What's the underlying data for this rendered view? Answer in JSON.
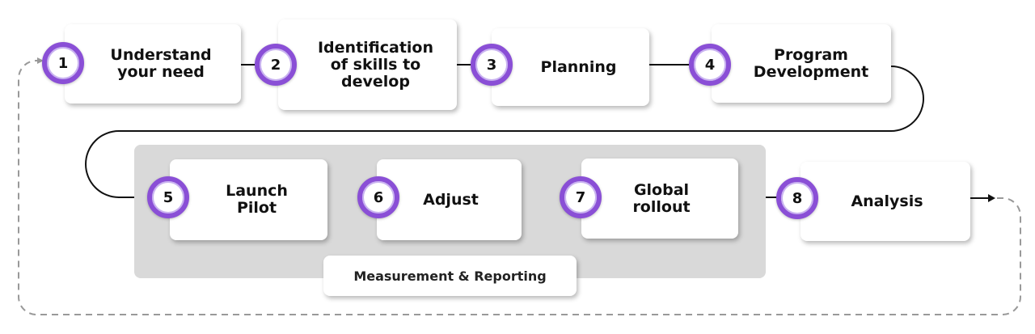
{
  "steps": [
    {
      "number": "1",
      "label": "Understand\nyour need"
    },
    {
      "number": "2",
      "label": "Identification\nof skills to\ndevelop"
    },
    {
      "number": "3",
      "label": "Planning"
    },
    {
      "number": "4",
      "label": "Program\nDevelopment"
    },
    {
      "number": "5",
      "label": "Launch\nPilot"
    },
    {
      "number": "6",
      "label": "Adjust"
    },
    {
      "number": "7",
      "label": "Global\nrollout"
    },
    {
      "number": "8",
      "label": "Analysis"
    }
  ],
  "measurement": {
    "label": "Measurement & Reporting"
  },
  "colors": {
    "badge_ring": "#8a4fd6",
    "panel": "#d9d9d9",
    "connector": "#111111",
    "loop": "#999999"
  }
}
